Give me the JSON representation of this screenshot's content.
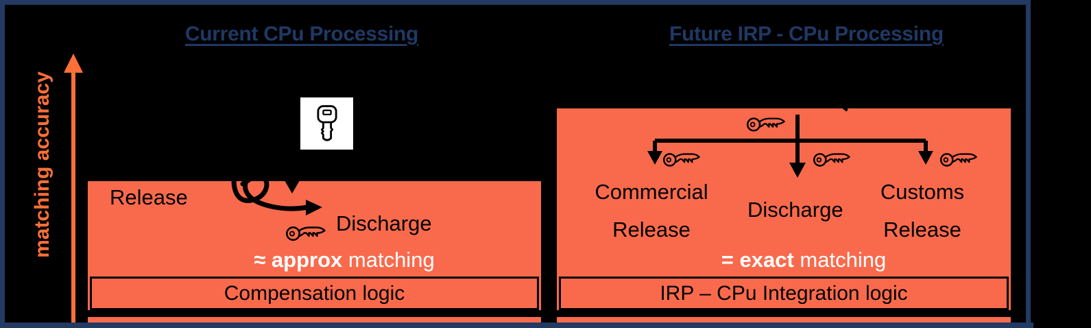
{
  "colors": {
    "background": "#000000",
    "frame_navy": "#233A63",
    "title_blue": "#203864",
    "panel_orange": "#F96A4C",
    "accent_orange": "#FF7038",
    "text_black": "#000000",
    "text_white": "#FFFFFF"
  },
  "axis": {
    "label": "matching accuracy"
  },
  "left_panel": {
    "title": "Current CPu Processing",
    "icons": {
      "card_icon": "car-key-icon",
      "flow_icon": "tangled-arrows",
      "discharge_icon": "key-icon"
    },
    "box": {
      "release": "Release",
      "discharge": "Discharge",
      "matching_bold": "≈ approx",
      "matching_rest": " matching",
      "logic": "Compensation logic"
    }
  },
  "right_panel": {
    "title": "Future IRP - CPu Processing",
    "icons": {
      "top_icon": "key-icon",
      "branch_left_icon": "key-icon",
      "branch_center_icon": "key-icon",
      "branch_right_icon": "key-icon",
      "tree_graphic": "branch-arrows"
    },
    "box": {
      "branch_left": "Commercial\nRelease",
      "branch_center": "Discharge",
      "branch_right": "Customs\nRelease",
      "matching_bold": "= exact",
      "matching_rest": " matching",
      "logic": "IRP – CPu Integration logic"
    }
  }
}
